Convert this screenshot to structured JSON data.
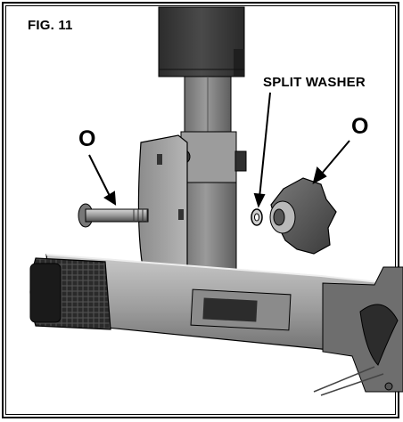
{
  "figure": {
    "label": "FIG. 11"
  },
  "callouts": {
    "left_part": "O",
    "right_part": "O",
    "washer": "SPLIT WASHER"
  },
  "colors": {
    "border": "#000000",
    "metal_dark": "#3a3a3a",
    "metal_mid": "#7a7a7a",
    "metal_light": "#b8b8b8",
    "background": "#ffffff"
  },
  "icons": {
    "bolt": "carriage-bolt-icon",
    "knob": "star-knob-icon",
    "washer": "split-washer-icon"
  }
}
